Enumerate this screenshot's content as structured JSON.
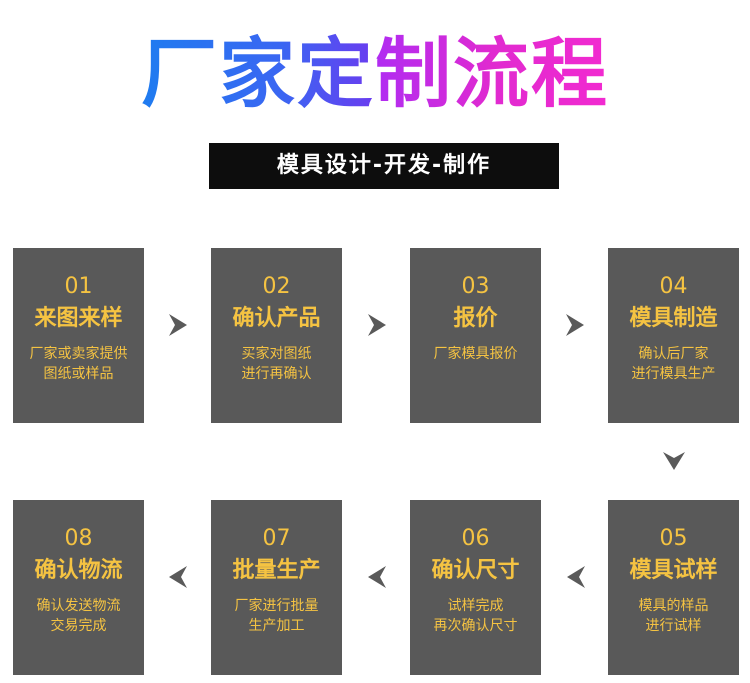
{
  "header": {
    "title_part1": "厂家定",
    "title_part2": "制流程",
    "subtitle": "模具设计-开发-制作"
  },
  "steps": [
    {
      "num": "01",
      "name": "来图来样",
      "desc1": "厂家或卖家提供",
      "desc2": "图纸或样品"
    },
    {
      "num": "02",
      "name": "确认产品",
      "desc1": "买家对图纸",
      "desc2": "进行再确认"
    },
    {
      "num": "03",
      "name": "报价",
      "desc1": "厂家模具报价",
      "desc2": ""
    },
    {
      "num": "04",
      "name": "模具制造",
      "desc1": "确认后厂家",
      "desc2": "进行模具生产"
    },
    {
      "num": "05",
      "name": "模具试样",
      "desc1": "模具的样品",
      "desc2": "进行试样"
    },
    {
      "num": "06",
      "name": "确认尺寸",
      "desc1": "试样完成",
      "desc2": "再次确认尺寸"
    },
    {
      "num": "07",
      "name": "批量生产",
      "desc1": "厂家进行批量",
      "desc2": "生产加工"
    },
    {
      "num": "08",
      "name": "确认物流",
      "desc1": "确认发送物流",
      "desc2": "交易完成"
    }
  ],
  "colors": {
    "box_bg": "#595959",
    "box_text": "#f5c342",
    "arrow": "#5a5a5a",
    "subtitle_bg": "#0d0d0d"
  },
  "icons": {
    "flow_arrow": "chevron-arrow-icon"
  }
}
